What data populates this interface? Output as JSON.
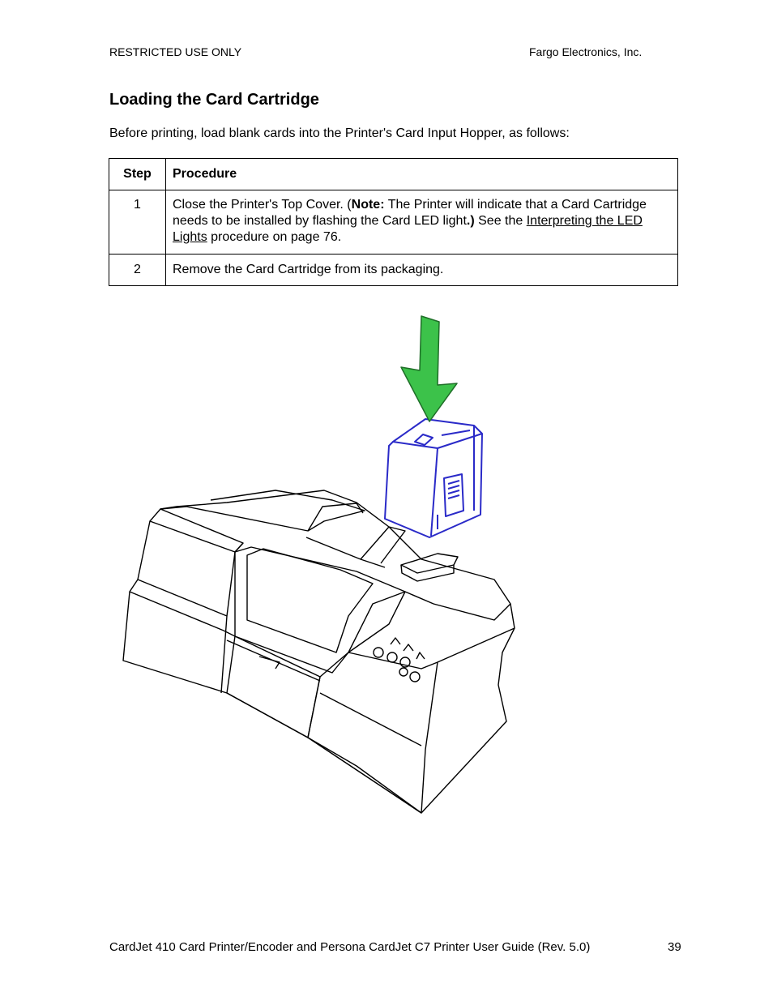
{
  "header": {
    "left": "RESTRICTED USE ONLY",
    "right": "Fargo Electronics, Inc."
  },
  "section": {
    "title": "Loading the Card Cartridge",
    "intro": "Before printing, load blank cards into the Printer's Card Input Hopper, as follows:"
  },
  "table": {
    "headers": [
      "Step",
      "Procedure"
    ],
    "rows": [
      {
        "step": "1",
        "text_a": "Close the Printer's Top Cover. (",
        "note_label": "Note:",
        "text_b": "  The Printer will indicate that a Card Cartridge needs to be installed by flashing the Card LED light",
        "text_c": ".)",
        "text_d": "  See the ",
        "link": "Interpreting the LED Lights",
        "text_e": " procedure on page 76."
      },
      {
        "step": "2",
        "text": "Remove the Card Cartridge from its packaging."
      }
    ]
  },
  "figure": {
    "arrow_color": "#3cc24a",
    "cartridge_color": "#2a2ac8"
  },
  "footer": {
    "left": "CardJet 410 Card Printer/Encoder and Persona CardJet C7 Printer User Guide (Rev. 5.0)",
    "page": "39"
  }
}
